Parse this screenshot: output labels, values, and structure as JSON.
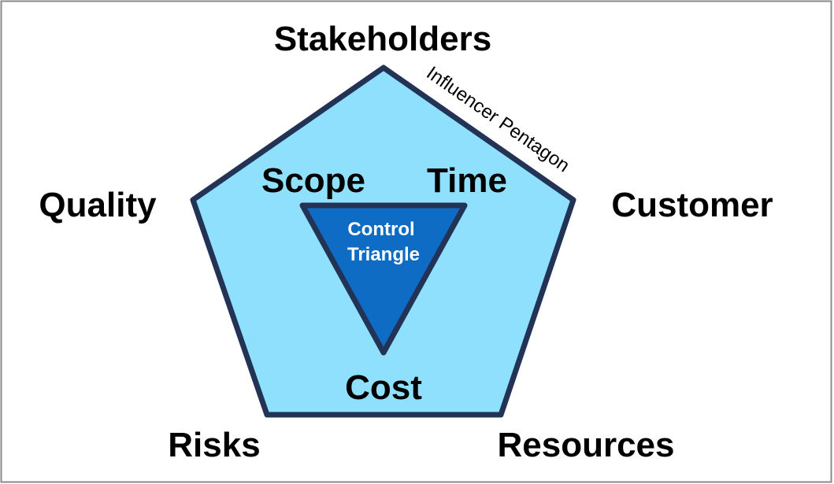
{
  "diagram": {
    "pentagon_label": "Influencer Pentagon",
    "vertices": {
      "top": "Stakeholders",
      "left": "Quality",
      "right": "Customer",
      "bottom_left": "Risks",
      "bottom_right": "Resources"
    },
    "triangle": {
      "line1": "Control",
      "line2": "Triangle",
      "top_left": "Scope",
      "top_right": "Time",
      "bottom": "Cost"
    }
  },
  "colors": {
    "pentagon_fill": "#8ee0fc",
    "pentagon_stroke": "#223355",
    "triangle_fill": "#0e6cc4",
    "triangle_stroke": "#223355",
    "text": "#000000",
    "triangle_text": "#ffffff",
    "frame_border": "#8a8a8a"
  }
}
